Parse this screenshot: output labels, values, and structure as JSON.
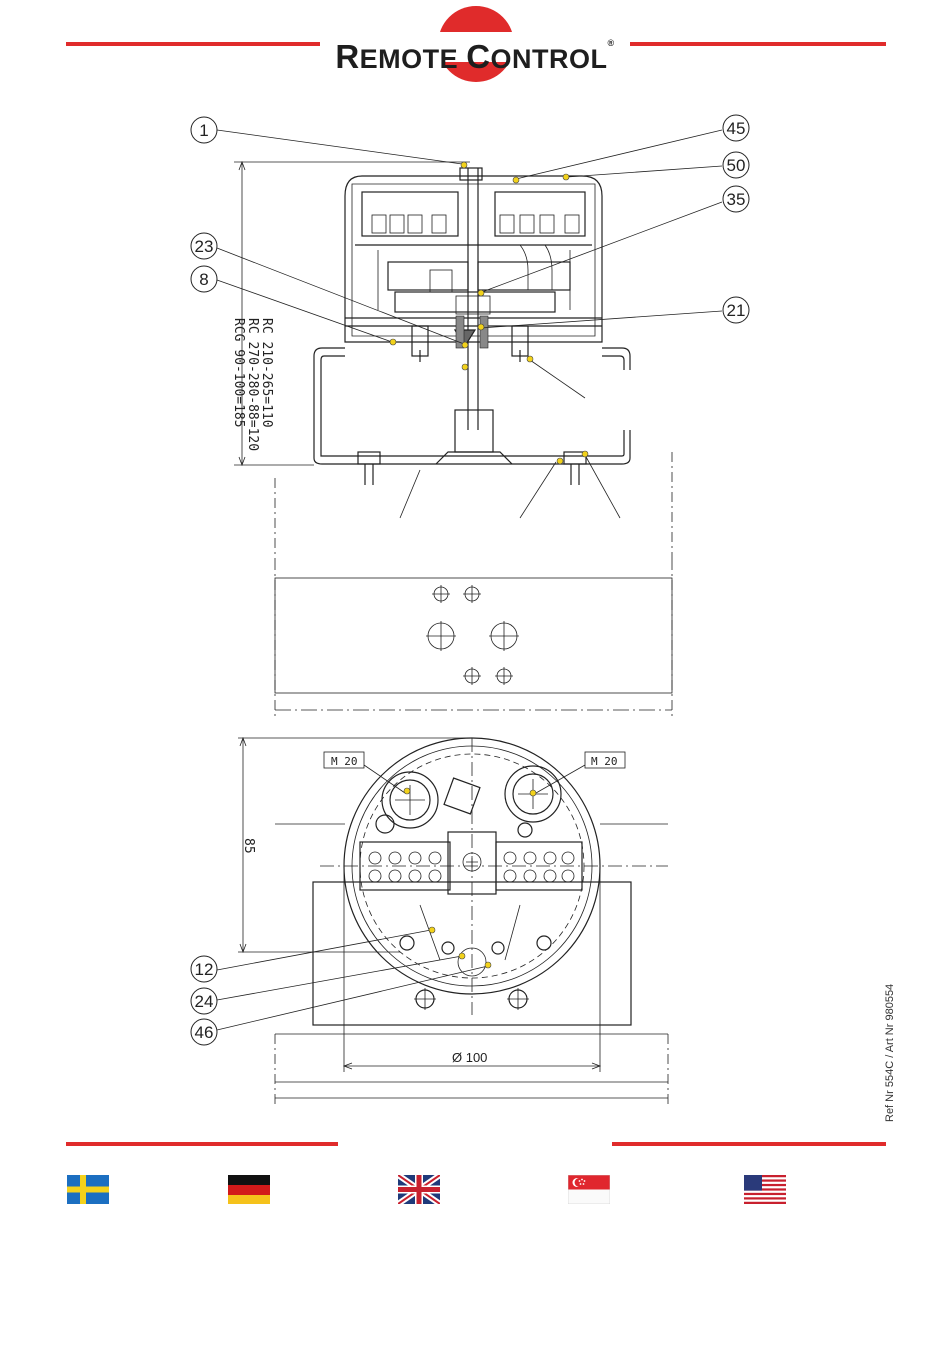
{
  "header": {
    "brand_first": "R",
    "brand_word1": "EMOTE",
    "brand_second": "C",
    "brand_word2": "ONTROL",
    "registered": "®",
    "accent_color": "#e02b2b"
  },
  "callouts": {
    "c1": "1",
    "c45": "45",
    "c50": "50",
    "c35": "35",
    "c23": "23",
    "c8": "8",
    "c21": "21",
    "c12": "12",
    "c24": "24",
    "c46": "46"
  },
  "dimensions": {
    "side_line1": "RC 210-265=110",
    "side_line2": "RC 270-280-88=120",
    "side_line3": "RCG 90-100=185",
    "height_85": "85",
    "diameter": "Ø 100",
    "thread_left": "M 20",
    "thread_right": "M 20"
  },
  "footer": {
    "reference": "Ref Nr 554C / Art Nr 980554",
    "flags": [
      "sweden-flag",
      "germany-flag",
      "uk-flag",
      "singapore-flag",
      "usa-flag"
    ]
  }
}
